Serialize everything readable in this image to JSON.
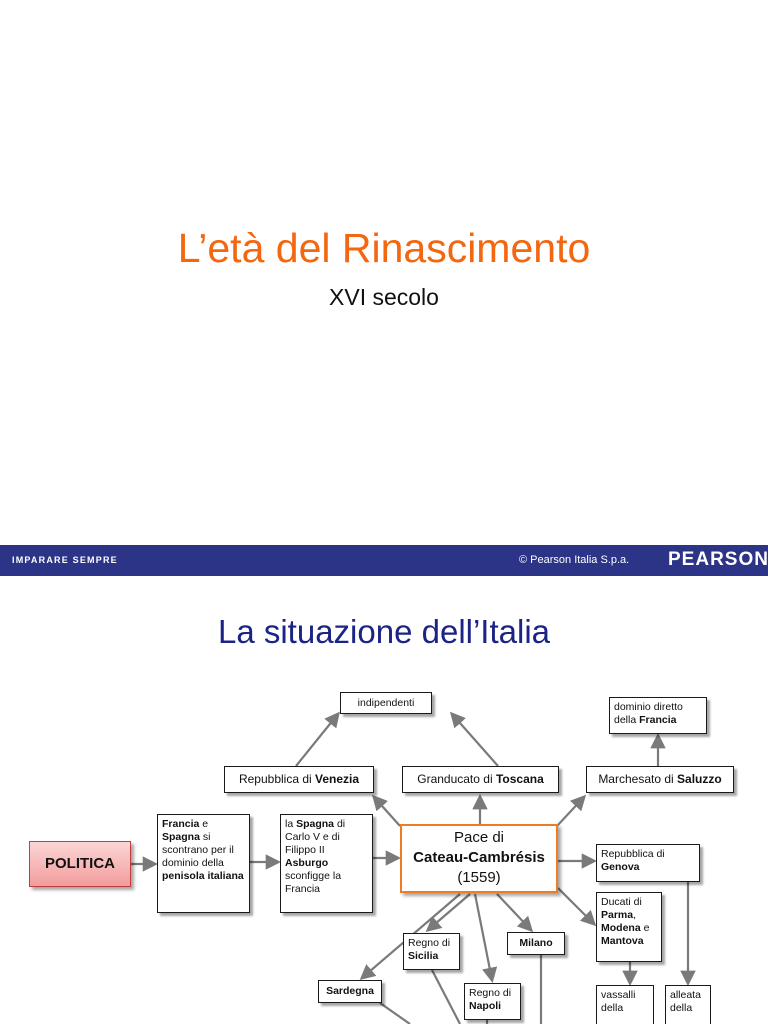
{
  "slide1": {
    "title": "L’età del Rinascimento",
    "subtitle": "XVI secolo"
  },
  "footer": {
    "left": "IMPARARE SEMPRE",
    "copyright": "© Pearson Italia S.p.a.",
    "brand": "PEARSON"
  },
  "slide2": {
    "title": "La situazione dell’Italia",
    "politica": "POLITICA",
    "francia_spagna": {
      "t1": "Francia",
      "t2": " e ",
      "t3": "Spagna",
      "t4": " si scontrano per il dominio della ",
      "t5": "penisola italiana"
    },
    "spagna_carlo": {
      "t1": "la ",
      "t2": "Spagna",
      "t3": " di Carlo V e di Filippo II ",
      "t4": "Asburgo",
      "t5": " sconfigge la Francia"
    },
    "pace": {
      "line1": "Pace di",
      "line2": "Cateau-Cambrésis",
      "line3": "(1559)"
    },
    "indipendenti": "indipendenti",
    "venezia": {
      "t1": "Repubblica di ",
      "t2": "Venezia"
    },
    "toscana": {
      "t1": "Granducato di ",
      "t2": "Toscana"
    },
    "saluzzo": {
      "t1": "Marchesato di ",
      "t2": "Saluzzo"
    },
    "francia_dominio": {
      "t1": "dominio diretto della ",
      "t2": "Francia"
    },
    "genova": {
      "t1": "Repubblica di ",
      "t2": "Genova"
    },
    "ducati": {
      "t1": "Ducati di ",
      "t2": "Parma",
      "t3": ", ",
      "t4": "Modena",
      "t5": " e ",
      "t6": "Mantova"
    },
    "sicilia": {
      "t1": "Regno di ",
      "t2": "Sicilia"
    },
    "milano": "Milano",
    "sardegna": "Sardegna",
    "napoli": {
      "t1": "Regno di ",
      "t2": "Napoli"
    },
    "vassalli": "vassalli della",
    "alleata": "alleata della"
  }
}
